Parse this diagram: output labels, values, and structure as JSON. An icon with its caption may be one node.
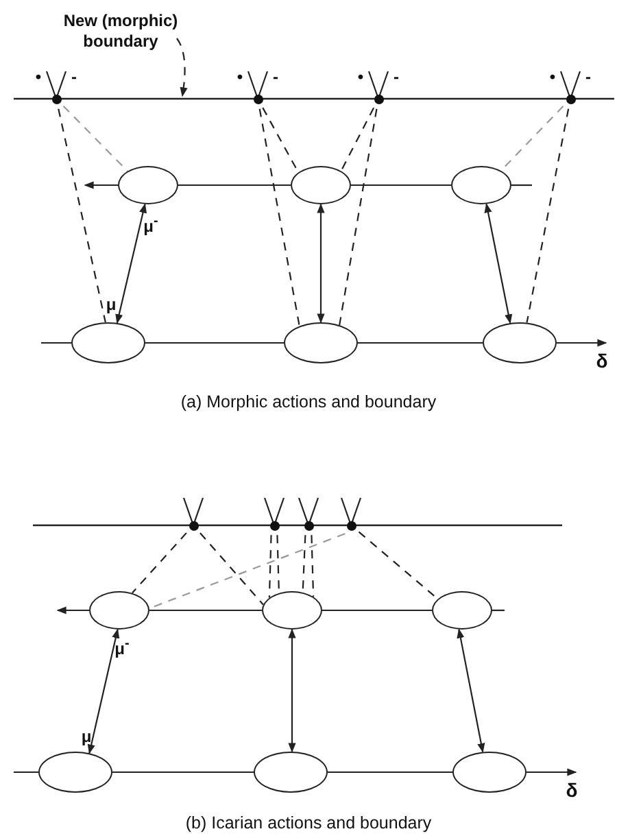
{
  "diagram": {
    "nodes": [
      {
        "text": [
          "New (morphic) boundary"
        ]
      },
      {
        "text": [],
        "shape": "circle"
      },
      {
        "text": [],
        "shape": "circle"
      },
      {
        "text": [],
        "shape": "circle"
      },
      {
        "text": [],
        "shape": "circle"
      },
      {
        "text": [],
        "shape": "ellipse"
      },
      {
        "text": [],
        "shape": "ellipse"
      },
      {
        "text": [],
        "shape": "ellipse"
      },
      {
        "text": [],
        "shape": "ellipse"
      },
      {
        "text": [],
        "shape": "ellipse"
      },
      {
        "text": [],
        "shape": "ellipse"
      },
      {
        "text": [],
        "shape": "circle"
      },
      {
        "text": [],
        "shape": "circle"
      },
      {
        "text": [],
        "shape": "circle"
      },
      {
        "text": [],
        "shape": "circle"
      },
      {
        "text": [],
        "shape": "ellipse"
      },
      {
        "text": [],
        "shape": "ellipse"
      },
      {
        "text": [],
        "shape": "ellipse"
      },
      {
        "text": [],
        "shape": "ellipse"
      },
      {
        "text": [],
        "shape": "ellipse"
      },
      {
        "text": [],
        "shape": "ellipse"
      },
      {
        "text": [
          "δ"
        ]
      },
      {
        "text": [
          "δ"
        ]
      }
    ],
    "edges": [
      {
        "from": 0,
        "to": null,
        "arrow": "to",
        "style": "dashed"
      },
      {
        "from": 5,
        "to": null,
        "arrow": "to"
      },
      {
        "from": 5,
        "to": 6,
        "arrow": "none"
      },
      {
        "from": 6,
        "to": 7,
        "arrow": "none"
      },
      {
        "from": 7,
        "to": null,
        "arrow": "none"
      },
      {
        "from": null,
        "to": 8,
        "arrow": "none"
      },
      {
        "from": 8,
        "to": 9,
        "arrow": "none"
      },
      {
        "from": 9,
        "to": 10,
        "arrow": "none"
      },
      {
        "from": 10,
        "to": 21,
        "arrow": "to"
      },
      {
        "from": 5,
        "to": 8,
        "arrow": "both"
      },
      {
        "from": 6,
        "to": 9,
        "arrow": "both"
      },
      {
        "from": 7,
        "to": 10,
        "arrow": "both"
      },
      {
        "from": 1,
        "to": 8,
        "arrow": "none",
        "style": "dashed"
      },
      {
        "from": 1,
        "to": 5,
        "arrow": "none",
        "style": "dashed",
        "color": "#999999"
      },
      {
        "from": 2,
        "to": 9,
        "arrow": "none",
        "style": "dashed"
      },
      {
        "from": 2,
        "to": 6,
        "arrow": "none",
        "style": "dashed"
      },
      {
        "from": 3,
        "to": 9,
        "arrow": "none",
        "style": "dashed"
      },
      {
        "from": 3,
        "to": 6,
        "arrow": "none",
        "style": "dashed"
      },
      {
        "from": 4,
        "to": 10,
        "arrow": "none",
        "style": "dashed"
      },
      {
        "from": 4,
        "to": 7,
        "arrow": "none",
        "style": "dashed",
        "color": "#999999"
      },
      {
        "from": 15,
        "to": null,
        "arrow": "to"
      },
      {
        "from": 15,
        "to": 16,
        "arrow": "none"
      },
      {
        "from": 16,
        "to": 17,
        "arrow": "none"
      },
      {
        "from": 17,
        "to": null,
        "arrow": "none"
      },
      {
        "from": null,
        "to": 18,
        "arrow": "none"
      },
      {
        "from": 18,
        "to": 19,
        "arrow": "none"
      },
      {
        "from": 19,
        "to": 20,
        "arrow": "none"
      },
      {
        "from": 20,
        "to": 22,
        "arrow": "to"
      },
      {
        "from": 15,
        "to": 18,
        "arrow": "both"
      },
      {
        "from": 16,
        "to": 19,
        "arrow": "both"
      },
      {
        "from": 17,
        "to": 20,
        "arrow": "both"
      },
      {
        "from": 11,
        "to": 15,
        "arrow": "none",
        "style": "dashed"
      },
      {
        "from": 11,
        "to": 16,
        "arrow": "none",
        "style": "dashed"
      },
      {
        "from": 12,
        "to": 16,
        "arrow": "none",
        "style": "dashed"
      },
      {
        "from": 12,
        "to": 16,
        "arrow": "none",
        "style": "dashed"
      },
      {
        "from": 13,
        "to": 16,
        "arrow": "none",
        "style": "dashed"
      },
      {
        "from": 13,
        "to": 16,
        "arrow": "none",
        "style": "dashed"
      },
      {
        "from": 14,
        "to": 15,
        "arrow": "none",
        "style": "dashed",
        "color": "#999999"
      },
      {
        "from": 14,
        "to": 17,
        "arrow": "none",
        "style": "dashed"
      }
    ],
    "labels": [
      "•",
      "-",
      "•",
      "-",
      "•",
      "-",
      "•",
      "-",
      "μ$^{-}$",
      "μ",
      "(a) Morphic actions and boundary",
      "μ$^{-}$",
      "μ",
      "(b) Icarian actions and boundary"
    ]
  }
}
